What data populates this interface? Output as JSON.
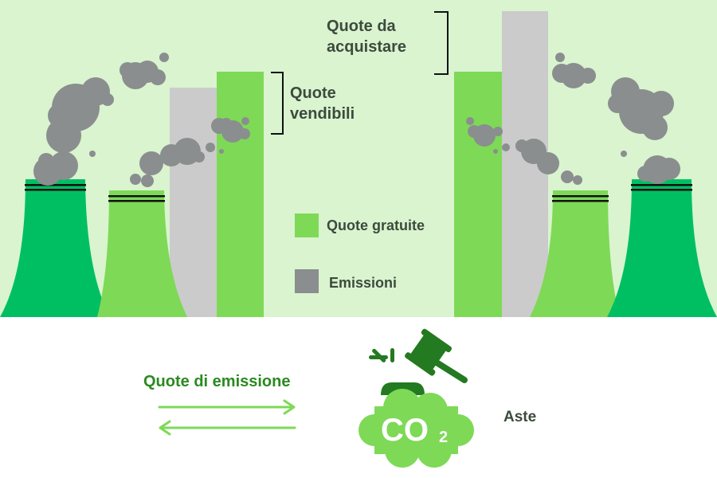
{
  "labels": {
    "sellable_line1": "Quote",
    "sellable_line2": "vendibili",
    "to_buy_line1": "Quote da",
    "to_buy_line2": "acquistare",
    "legend_free": "Quote gratuite",
    "legend_emissions": "Emissioni",
    "allowances": "Quote di emissione",
    "auctions": "Aste",
    "co2_icon_text": "CO",
    "co2_subscript": "2"
  },
  "colors": {
    "background_top": "#d9f4cf",
    "dark_green": "#00bf63",
    "light_green": "#7ed957",
    "emissions_gray": "#cbcbcb",
    "smoke_gray": "#8a8e8e",
    "gavel_green": "#237a20",
    "title_green": "#2a8a1f"
  },
  "icons": [
    "cooling-tower-icon",
    "smoke-icon",
    "gavel-icon",
    "co2-cloud-icon",
    "arrow-right-icon",
    "arrow-left-icon"
  ]
}
